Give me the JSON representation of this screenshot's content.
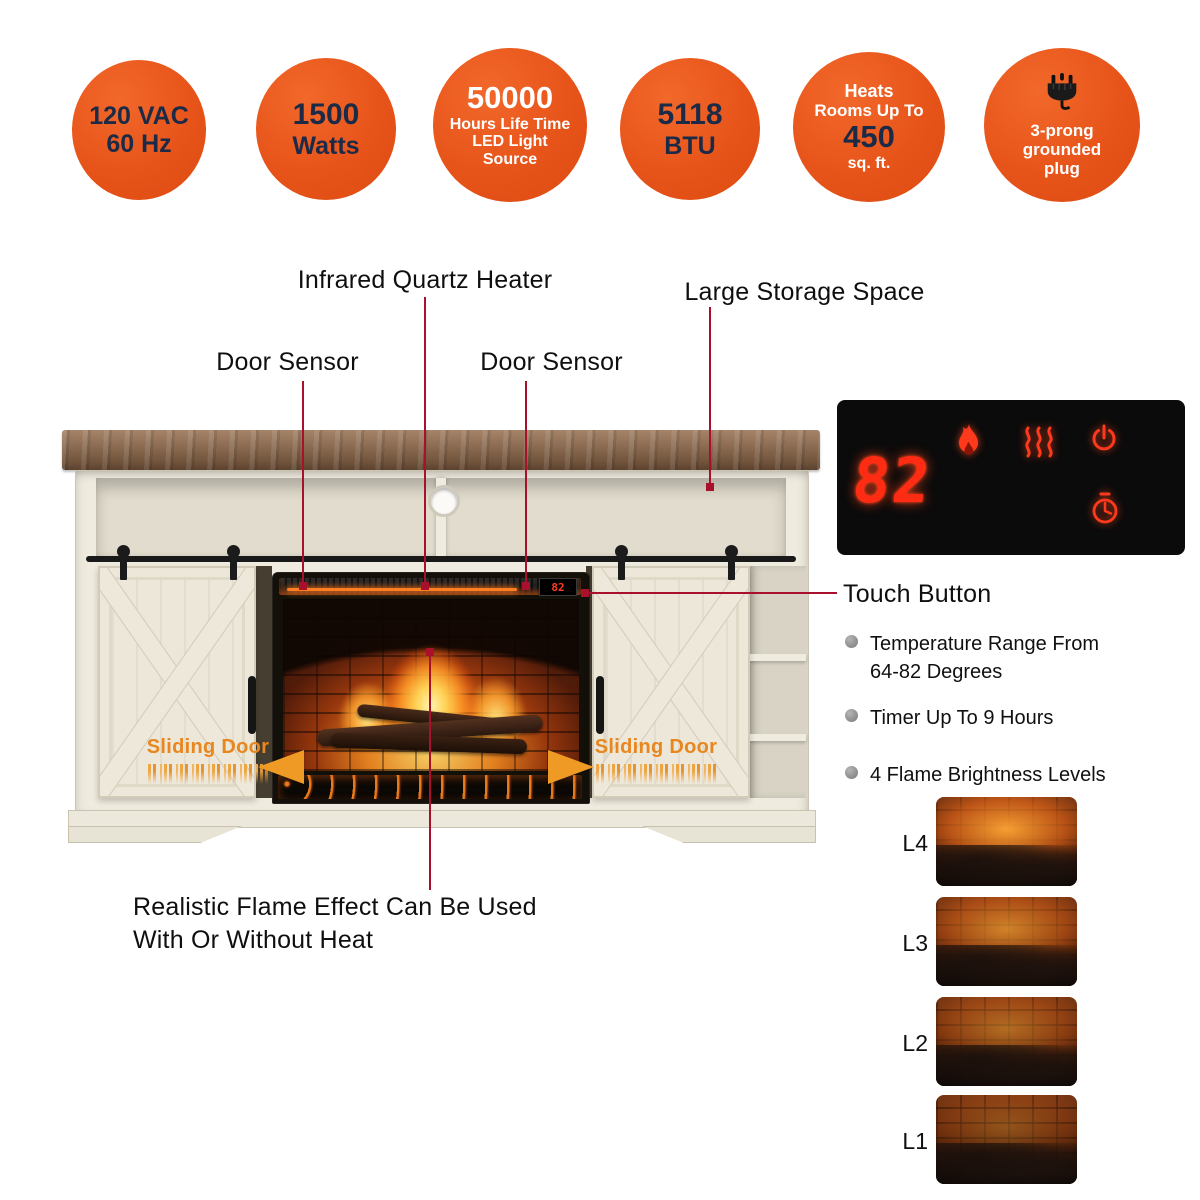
{
  "colors": {
    "badge_orange": "#E7541A",
    "navy_text": "#1B2A47",
    "callout_red": "#A8102C",
    "accent_orange": "#E8871E",
    "display_red": "#FF2B12"
  },
  "badges": [
    {
      "line1": "120 VAC",
      "line2": "60 Hz"
    },
    {
      "line1": "1500",
      "line2": "Watts"
    },
    {
      "line1": "50000",
      "line2": "Hours Life Time",
      "line3": "LED Light",
      "line4": "Source"
    },
    {
      "line1": "5118",
      "line2": "BTU"
    },
    {
      "line1": "Heats",
      "line2": "Rooms Up To",
      "line3": "450",
      "line4": "sq. ft."
    },
    {
      "icon": "power-plug-icon",
      "line1": "3-prong",
      "line2": "grounded",
      "line3": "plug"
    }
  ],
  "callouts": {
    "infrared": "Infrared Quartz Heater",
    "storage": "Large Storage Space",
    "door_sensor_left": "Door Sensor",
    "door_sensor_center": "Door Sensor",
    "touch_button": "Touch Button",
    "flame_line1": "Realistic Flame Effect Can Be Used",
    "flame_line2": "With Or Without Heat"
  },
  "unit": {
    "sliding_door_left": "Sliding Door",
    "sliding_door_right": "Sliding Door",
    "insert_display": "82"
  },
  "control_panel": {
    "temperature": "82",
    "icons": [
      "flame-icon",
      "heat-waves-icon",
      "power-icon",
      "timer-icon"
    ]
  },
  "features": [
    {
      "text": "Temperature Range From 64-82 Degrees"
    },
    {
      "text": "Timer Up To 9 Hours"
    },
    {
      "text": "4 Flame Brightness Levels"
    }
  ],
  "levels": [
    {
      "label": "L4"
    },
    {
      "label": "L3"
    },
    {
      "label": "L2"
    },
    {
      "label": "L1"
    }
  ]
}
